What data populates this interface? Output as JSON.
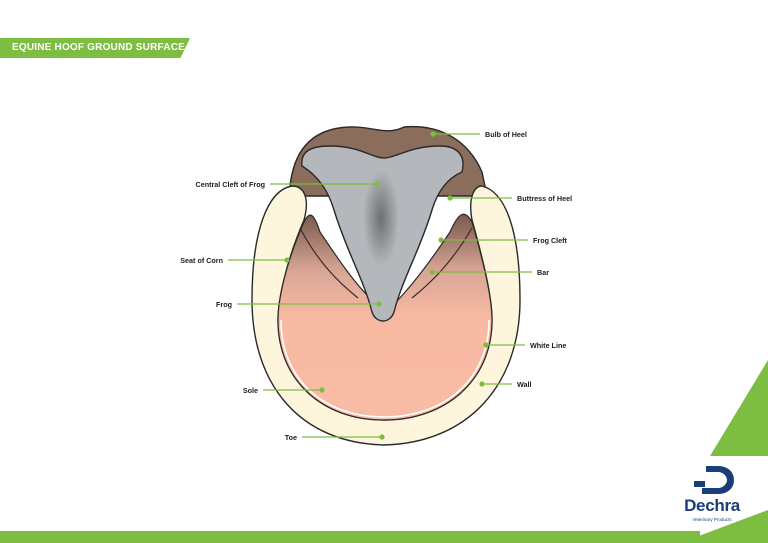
{
  "title": "EQUINE HOOF GROUND SURFACE",
  "labels": {
    "bulb_of_heel": "Bulb of Heel",
    "central_cleft": "Central Cleft of Frog",
    "buttress": "Buttress of Heel",
    "seat_of_corn": "Seat of Corn",
    "frog_cleft": "Frog Cleft",
    "bar": "Bar",
    "frog": "Frog",
    "white_line": "White Line",
    "sole": "Sole",
    "wall": "Wall",
    "toe": "Toe"
  },
  "brand": {
    "name": "Dechra",
    "tagline": "Veterinary Products"
  },
  "colors": {
    "accent": "#7dbd42",
    "brand_blue": "#1a3d7c",
    "wall": "#fdf5dc",
    "sole": "#f7b9a2",
    "frog": "#b4b7bb",
    "heel": "#8a6d5a"
  }
}
